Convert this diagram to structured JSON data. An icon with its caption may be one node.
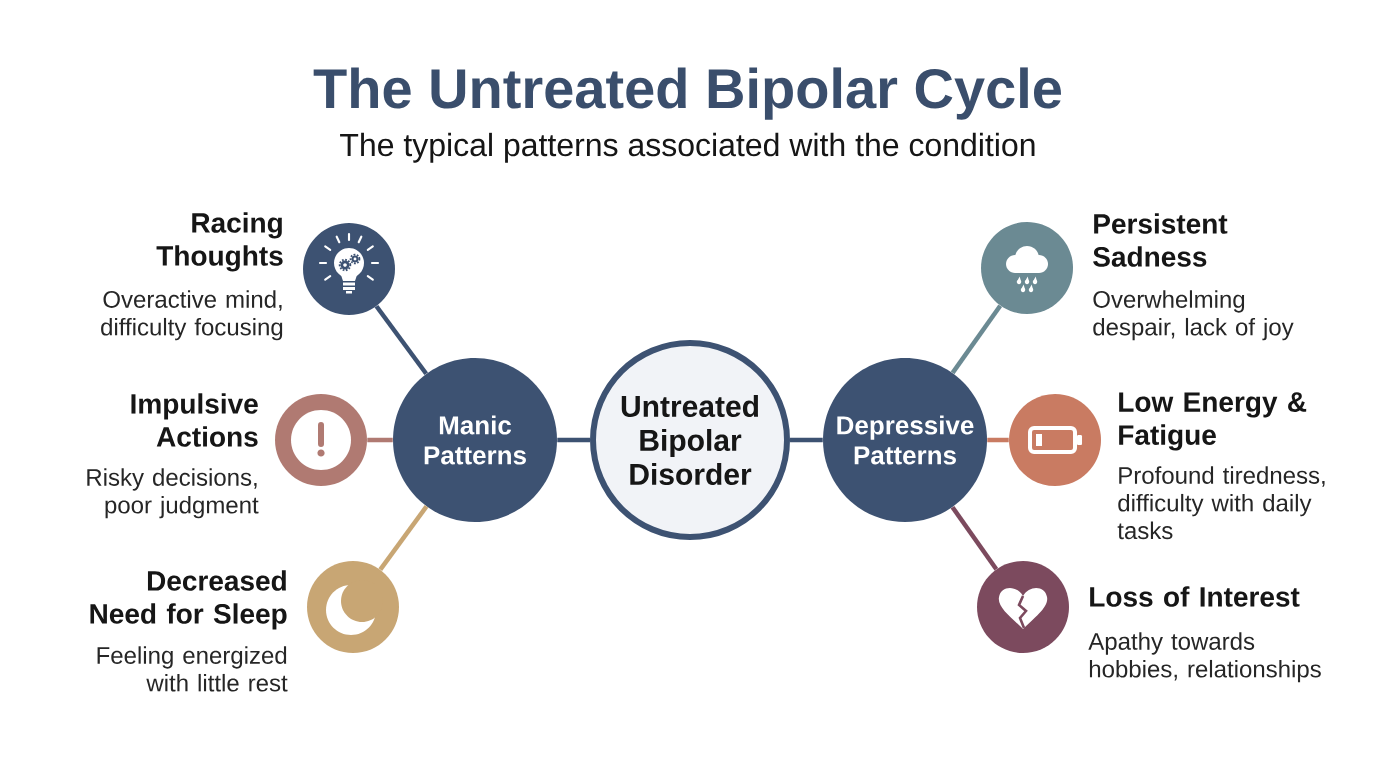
{
  "diagram": {
    "title": "The Untreated Bipolar Cycle",
    "nodes": [
      {
        "text": [
          "Racing Thoughts",
          "Overactive mind, difficulty focusing"
        ]
      },
      {
        "text": [
          "Impulsive Actions",
          "Risky decisions, poor judgment"
        ]
      },
      {
        "text": [
          "Decreased Need for Sleep",
          "Feeling energized with little rest"
        ]
      },
      {
        "text": [
          "Manic Patterns"
        ]
      },
      {
        "text": [
          "Untreated Bipolar Disorder"
        ]
      },
      {
        "text": [
          "Depressive Patterns"
        ]
      },
      {
        "text": [
          "Persistent Sadness",
          "Overwhelming despair, lack of joy"
        ]
      },
      {
        "text": [
          "Low Energy & Fatigue",
          "Profound tiredness, difficulty with daily tasks"
        ]
      },
      {
        "text": [
          "Loss of Interest",
          "Apathy towards hobbies, relationships"
        ]
      }
    ],
    "edges": [
      {
        "from": 4,
        "to": 3,
        "arrow": "none"
      },
      {
        "from": 4,
        "to": 5,
        "arrow": "none"
      },
      {
        "from": 3,
        "to": 0,
        "arrow": "none"
      },
      {
        "from": 3,
        "to": 1,
        "arrow": "none",
        "color": "#b07a72"
      },
      {
        "from": 3,
        "to": 2,
        "arrow": "none",
        "color": "#c8a674"
      },
      {
        "from": 5,
        "to": 6,
        "arrow": "none",
        "color": "#6b8a93"
      },
      {
        "from": 5,
        "to": 7,
        "arrow": "none",
        "color": "#c97b62"
      },
      {
        "from": 5,
        "to": 8,
        "arrow": "none",
        "color": "#7c4a5e"
      }
    ],
    "labels": [
      "The typical patterns associated with the condition"
    ]
  }
}
